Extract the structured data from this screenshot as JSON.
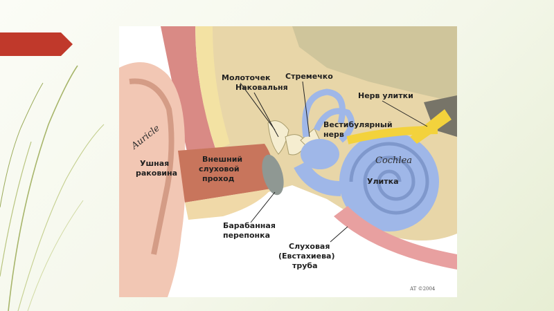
{
  "labels": {
    "auricle": "Auricle",
    "ushnaya": "Ушная",
    "rakovina": "раковина",
    "vneshniy": "Внешний",
    "sluhovoy": "слуховой",
    "prohod": "проход",
    "molotochek": "Молоточек",
    "nakovalnya": "Наковальня",
    "stremechko": "Стремечко",
    "nerv_ulitki": "Нерв улитки",
    "vestib_1": "Вестибулярный",
    "vestib_2": "нерв",
    "cochlea": "Cochlea",
    "ulitka": "Улитка",
    "baraban_1": "Барабанная",
    "baraban_2": "перепонка",
    "sluh_1": "Слуховая",
    "sluh_2": "(Евстахиева)",
    "sluh_3": "труба",
    "signature": "AT ©2004"
  },
  "colors": {
    "accent_tab": "#c0392b",
    "bone": "#e8d6a8",
    "skin": "#f2c7b4",
    "canal": "#c8755c",
    "cochlea": "#9fb7e8",
    "nerve": "#f3d23c"
  }
}
